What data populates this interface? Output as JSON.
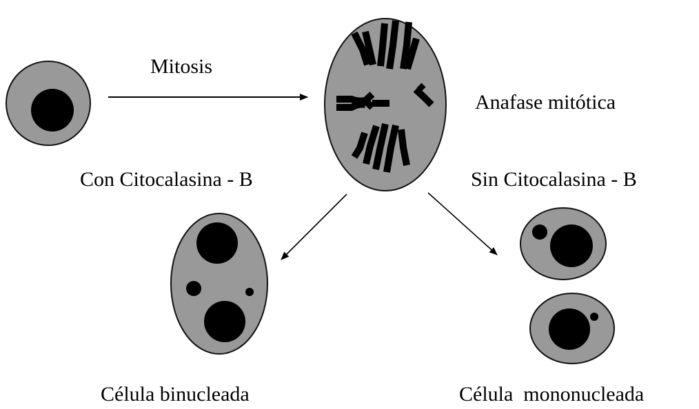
{
  "labels": {
    "mitosis": "Mitosis",
    "anaphase": "Anafase mitótica",
    "with_cytochalasin": "Con Citocalasina - B",
    "without_cytochalasin": "Sin Citocalasina - B",
    "binucleated_cell": "Célula binucleada",
    "mononucleated_cell": "Célula  mononucleada"
  },
  "colors": {
    "cytoplasm": "#999999",
    "nucleus": "#000000",
    "outline": "#111111",
    "arrow": "#000000"
  }
}
